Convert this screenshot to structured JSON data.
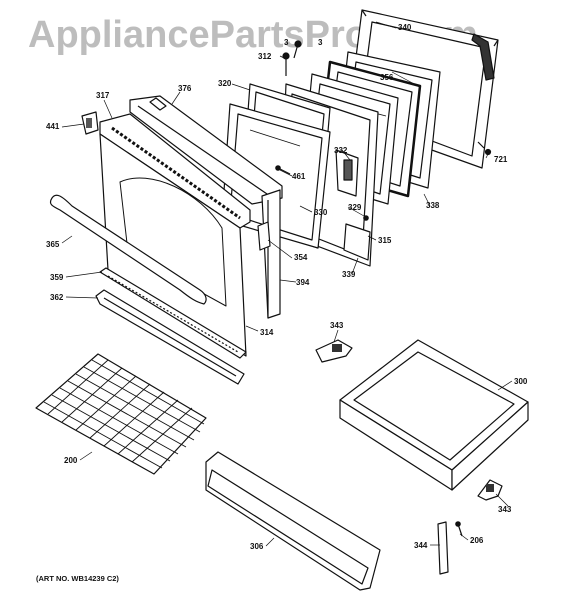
{
  "watermark": "AppliancePartsPros.com",
  "art_number": "(ART NO. WB14239 C2)",
  "callouts": {
    "c441": "441",
    "c317": "317",
    "c376": "376",
    "c320": "320",
    "c312": "312",
    "c3a": "3",
    "c3b": "3",
    "c340": "340",
    "c356": "356",
    "c332": "332",
    "c461": "461",
    "c330": "330",
    "c329": "329",
    "c315": "315",
    "c339": "339",
    "c338": "338",
    "c721": "721",
    "c365": "365",
    "c354": "354",
    "c394": "394",
    "c359": "359",
    "c362": "362",
    "c314": "314",
    "c343a": "343",
    "c300": "300",
    "c200": "200",
    "c306": "306",
    "c343b": "343",
    "c344": "344",
    "c206": "206"
  }
}
